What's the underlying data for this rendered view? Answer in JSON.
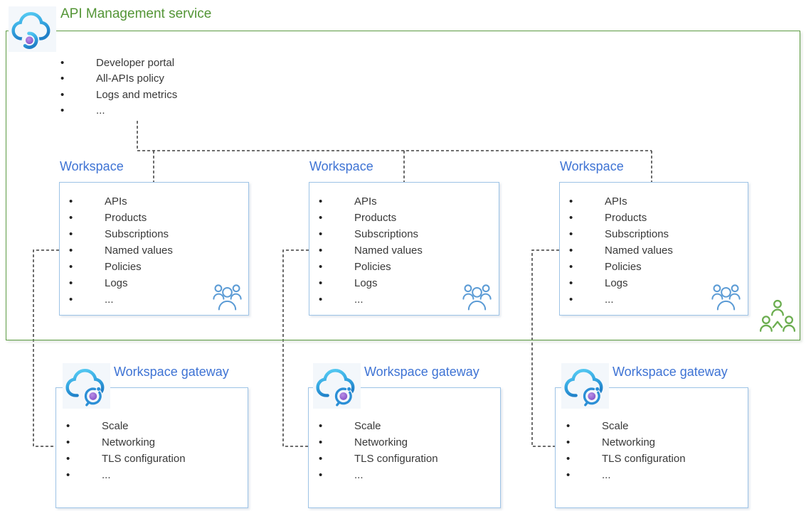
{
  "service": {
    "title": "API Management service",
    "items": [
      "Developer portal",
      "All-APIs policy",
      "Logs and metrics",
      "..."
    ]
  },
  "workspaces": [
    {
      "title": "Workspace",
      "items": [
        "APIs",
        "Products",
        "Subscriptions",
        "Named values",
        "Policies",
        "Logs",
        "..."
      ]
    },
    {
      "title": "Workspace",
      "items": [
        "APIs",
        "Products",
        "Subscriptions",
        "Named values",
        "Policies",
        "Logs",
        "..."
      ]
    },
    {
      "title": "Workspace",
      "items": [
        "APIs",
        "Products",
        "Subscriptions",
        "Named values",
        "Policies",
        "Logs",
        "..."
      ]
    }
  ],
  "gateways": [
    {
      "title": "Workspace gateway",
      "items": [
        "Scale",
        "Networking",
        "TLS configuration",
        "..."
      ]
    },
    {
      "title": "Workspace gateway",
      "items": [
        "Scale",
        "Networking",
        "TLS configuration",
        "..."
      ]
    },
    {
      "title": "Workspace gateway",
      "items": [
        "Scale",
        "Networking",
        "TLS configuration",
        "..."
      ]
    }
  ],
  "icons": {
    "service": "api-management-cloud-icon",
    "gateway": "workspace-gateway-cloud-icon",
    "workspace_members": "people-group-icon",
    "organization": "org-people-icon"
  },
  "colors": {
    "green_border": "#5C9B42",
    "green_text": "#539536",
    "blue_text": "#3E73D4",
    "box_border": "#9DC3E6",
    "people_blue": "#5B9BD5",
    "people_green": "#6BAD4F",
    "dash_line": "#3F3F3F",
    "cloud_light": "#56C9F0",
    "cloud_dark": "#2489D0",
    "purple_dot": "#8A55CC"
  }
}
